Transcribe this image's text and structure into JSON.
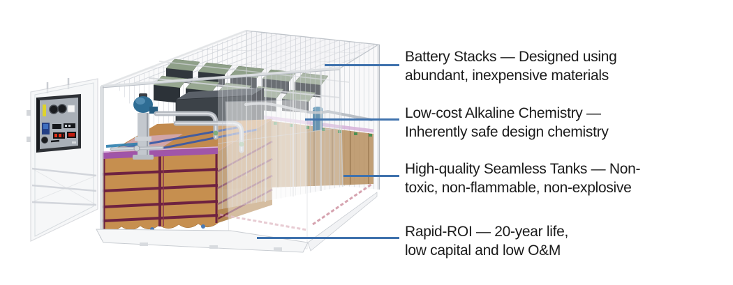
{
  "figure": {
    "type": "annotated-cutaway-diagram",
    "subject": "Containerized alkaline flow-battery energy storage system",
    "background": "#ffffff",
    "callouts": [
      {
        "id": "battery-stacks",
        "lines": [
          "Battery Stacks — Designed using",
          "abundant, inexpensive materials"
        ]
      },
      {
        "id": "alkaline-chemistry",
        "lines": [
          "Low-cost Alkaline Chemistry —",
          "Inherently safe design chemistry"
        ]
      },
      {
        "id": "seamless-tanks",
        "lines": [
          "High-quality Seamless Tanks — Non-",
          "toxic, non-flammable, non-explosive"
        ]
      },
      {
        "id": "rapid-roi",
        "lines": [
          "Rapid-ROI — 20-year life,",
          "low capital and low O&M"
        ]
      }
    ],
    "colors": {
      "leader_line": "#3f72ad",
      "text": "#1b1b1b",
      "container_frame": "#c2c6cc",
      "container_glass": "#f1f2f4",
      "tank_body": "#c68f4f",
      "tank_far_body": "#b78f5e",
      "tank_strap": "#6e2240",
      "tank_rim_purple": "#a055a8",
      "tank_top_lavender": "#d5aed8",
      "battery_stack_top": "#8fa089",
      "battery_stack_body": "#31373d",
      "pump_motor_blue": "#2f6d94",
      "pipe_silver": "#b4b9c0",
      "equipment_box": "#3c4248",
      "control_panel_face": "#a9afb7",
      "green_fitting": "#3f8f4f",
      "base_strip_pink": "#cf93a2"
    },
    "illustration_parts": [
      "shipping-container",
      "open-end-door-with-control-panel",
      "battery-stacks",
      "electrolyte-tanks",
      "electrolyte-pump",
      "piping",
      "power-module-box",
      "base-skid",
      "open-door-sheet"
    ]
  }
}
